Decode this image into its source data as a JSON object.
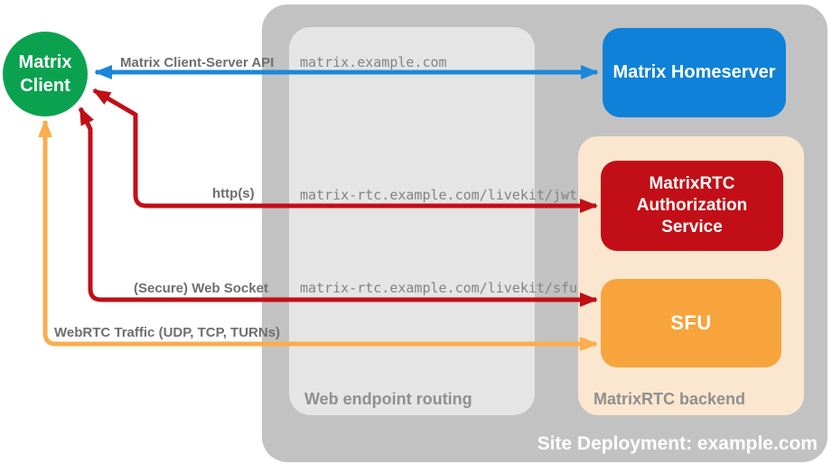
{
  "client": {
    "label": "Matrix Client",
    "color": "#0ba24f"
  },
  "nodes": {
    "homeserver": {
      "label": "Matrix Homeserver",
      "color": "#0f81d8"
    },
    "auth_service": {
      "label": "MatrixRTC Authorization Service",
      "color": "#c20e16"
    },
    "sfu": {
      "label": "SFU",
      "color": "#f7a43c"
    }
  },
  "containers": {
    "deployment": {
      "label": "Site Deployment: example.com",
      "color": "#c2c2c2"
    },
    "routing": {
      "label": "Web endpoint routing",
      "color": "#e5e5e5"
    },
    "backend": {
      "label": "MatrixRTC backend",
      "color": "#fbe7cf"
    }
  },
  "endpoints": [
    "matrix.example.com",
    "matrix-rtc.example.com/livekit/jwt",
    "matrix-rtc.example.com/livekit/sfu"
  ],
  "connections": [
    {
      "label": "Matrix Client-Server API",
      "color": "#1b87da",
      "from": "Matrix Client",
      "to": "Matrix Homeserver",
      "via": "matrix.example.com",
      "bidirectional": true
    },
    {
      "label": "http(s)",
      "color": "#c20e16",
      "from": "Matrix Client",
      "to": "MatrixRTC Authorization Service",
      "via": "matrix-rtc.example.com/livekit/jwt",
      "bidirectional": true
    },
    {
      "label": "(Secure) Web Socket",
      "color": "#c20e16",
      "from": "Matrix Client",
      "to": "SFU",
      "via": "matrix-rtc.example.com/livekit/sfu",
      "bidirectional": true
    },
    {
      "label": "WebRTC Traffic (UDP, TCP, TURNs)",
      "color": "#fbad4f",
      "from": "Matrix Client",
      "to": "SFU",
      "bidirectional": true
    }
  ]
}
